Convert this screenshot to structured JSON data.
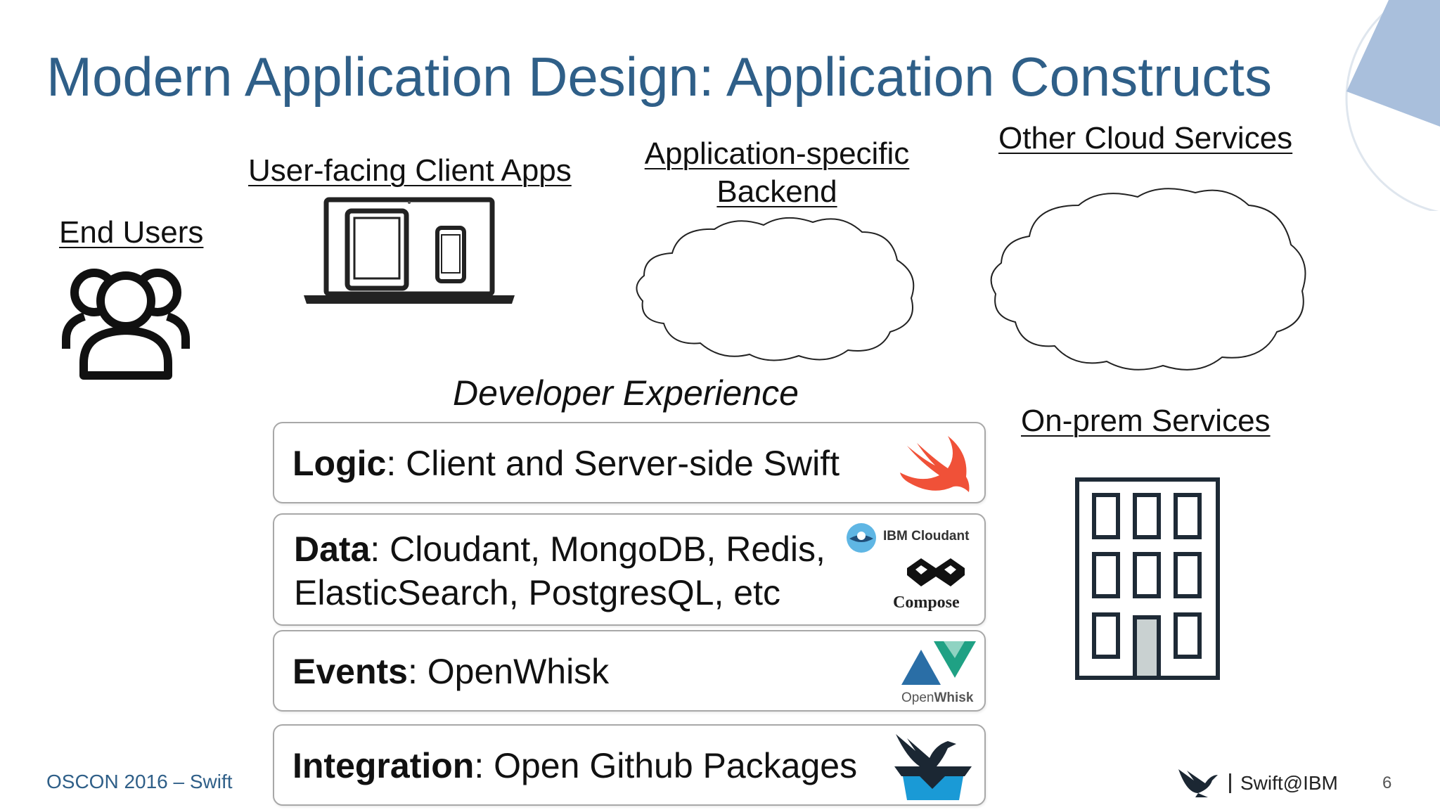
{
  "slide": {
    "title": "Modern Application Design: Application Constructs",
    "page_number": "6",
    "footer_left": "OSCON 2016 – Swift"
  },
  "sections": {
    "end_users": "End Users",
    "client_apps": "User-facing Client Apps",
    "backend_line1": "Application-specific",
    "backend_line2": "Backend",
    "other_cloud": "Other Cloud Services",
    "on_prem": "On-prem Services",
    "developer_experience": "Developer Experience"
  },
  "stack": {
    "logic": {
      "label": "Logic",
      "text": ": Client and Server-side Swift"
    },
    "data": {
      "label": "Data",
      "text_line1": ": Cloudant, MongoDB, Redis,",
      "text_line2": "ElasticSearch, PostgresQL, etc"
    },
    "events": {
      "label": "Events",
      "text": ": OpenWhisk"
    },
    "integration": {
      "label": "Integration",
      "text": ": Open Github Packages"
    }
  },
  "logos": {
    "cloudant": "IBM Cloudant",
    "compose": "Compose",
    "openwhisk_open": "Open",
    "openwhisk_whisk": "Whisk",
    "swift_ibm": "Swift@IBM"
  },
  "colors": {
    "title_blue": "#2f5f88",
    "swift_orange": "#f05138",
    "openwhisk_blue": "#2a6ea6",
    "openwhisk_teal": "#1fa184",
    "corner_blue": "#a9bfdc"
  },
  "icons": [
    "users-group-icon",
    "laptop-devices-icon",
    "cloud-icon",
    "building-icon",
    "swift-logo-icon",
    "cloudant-logo-icon",
    "compose-logo-icon",
    "openwhisk-logo-icon",
    "package-bird-icon",
    "swift-ibm-bird-icon"
  ]
}
